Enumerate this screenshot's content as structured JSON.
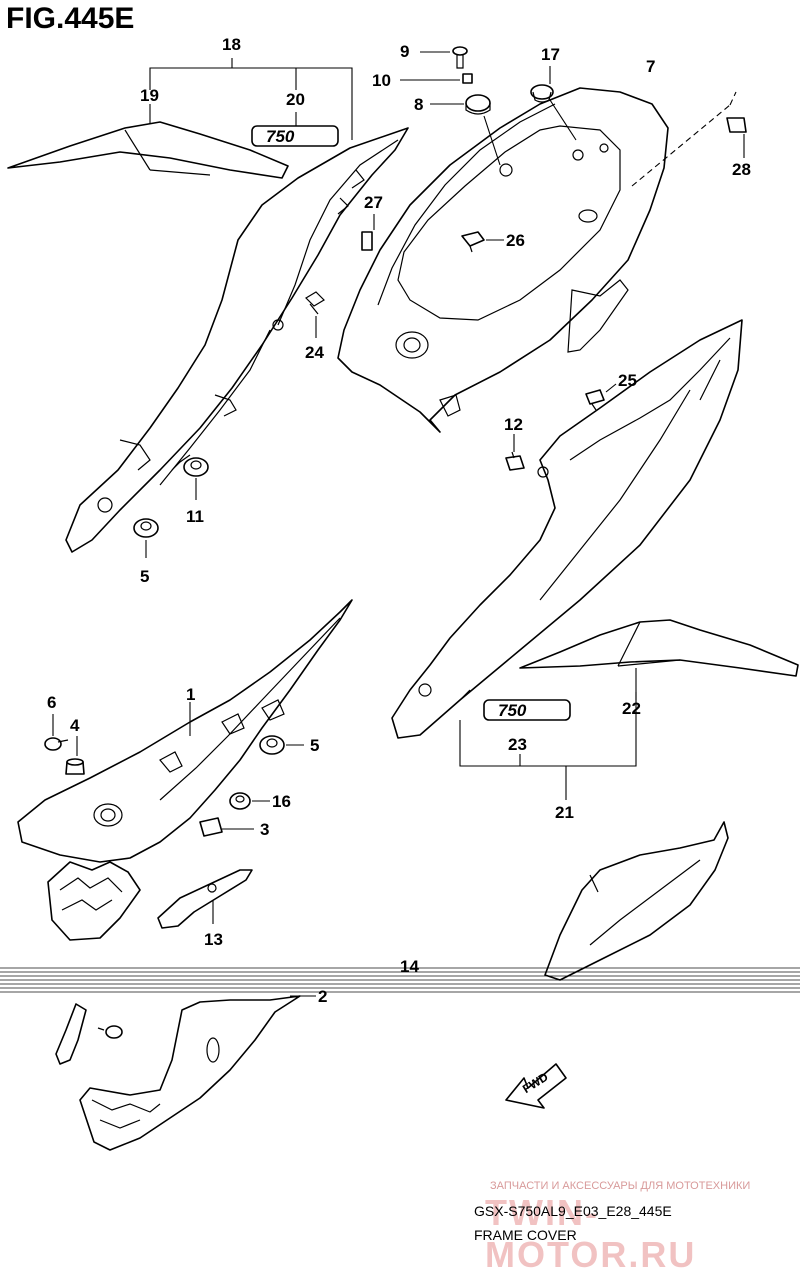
{
  "figure": {
    "title": "FIG.445E",
    "code": "GSX-S750AL9_E03_E28_445E",
    "caption": "FRAME COVER"
  },
  "watermark": {
    "line1": "ЗАПЧАСТИ И АКСЕССУАРЫ ДЛЯ МОТОТЕХНИКИ",
    "line2": "TWIN-MOTOR.RU"
  },
  "badges": {
    "engine": "750",
    "direction": "FWD"
  },
  "callouts": {
    "c1": "1",
    "c2": "2",
    "c3": "3",
    "c4": "4",
    "c5a": "5",
    "c5b": "5",
    "c6": "6",
    "c7": "7",
    "c8": "8",
    "c9": "9",
    "c10": "10",
    "c11": "11",
    "c12": "12",
    "c13": "13",
    "c14": "14",
    "c16": "16",
    "c17": "17",
    "c18": "18",
    "c19": "19",
    "c20": "20",
    "c21": "21",
    "c22": "22",
    "c23": "23",
    "c24": "24",
    "c25": "25",
    "c26": "26",
    "c27": "27",
    "c28": "28"
  }
}
